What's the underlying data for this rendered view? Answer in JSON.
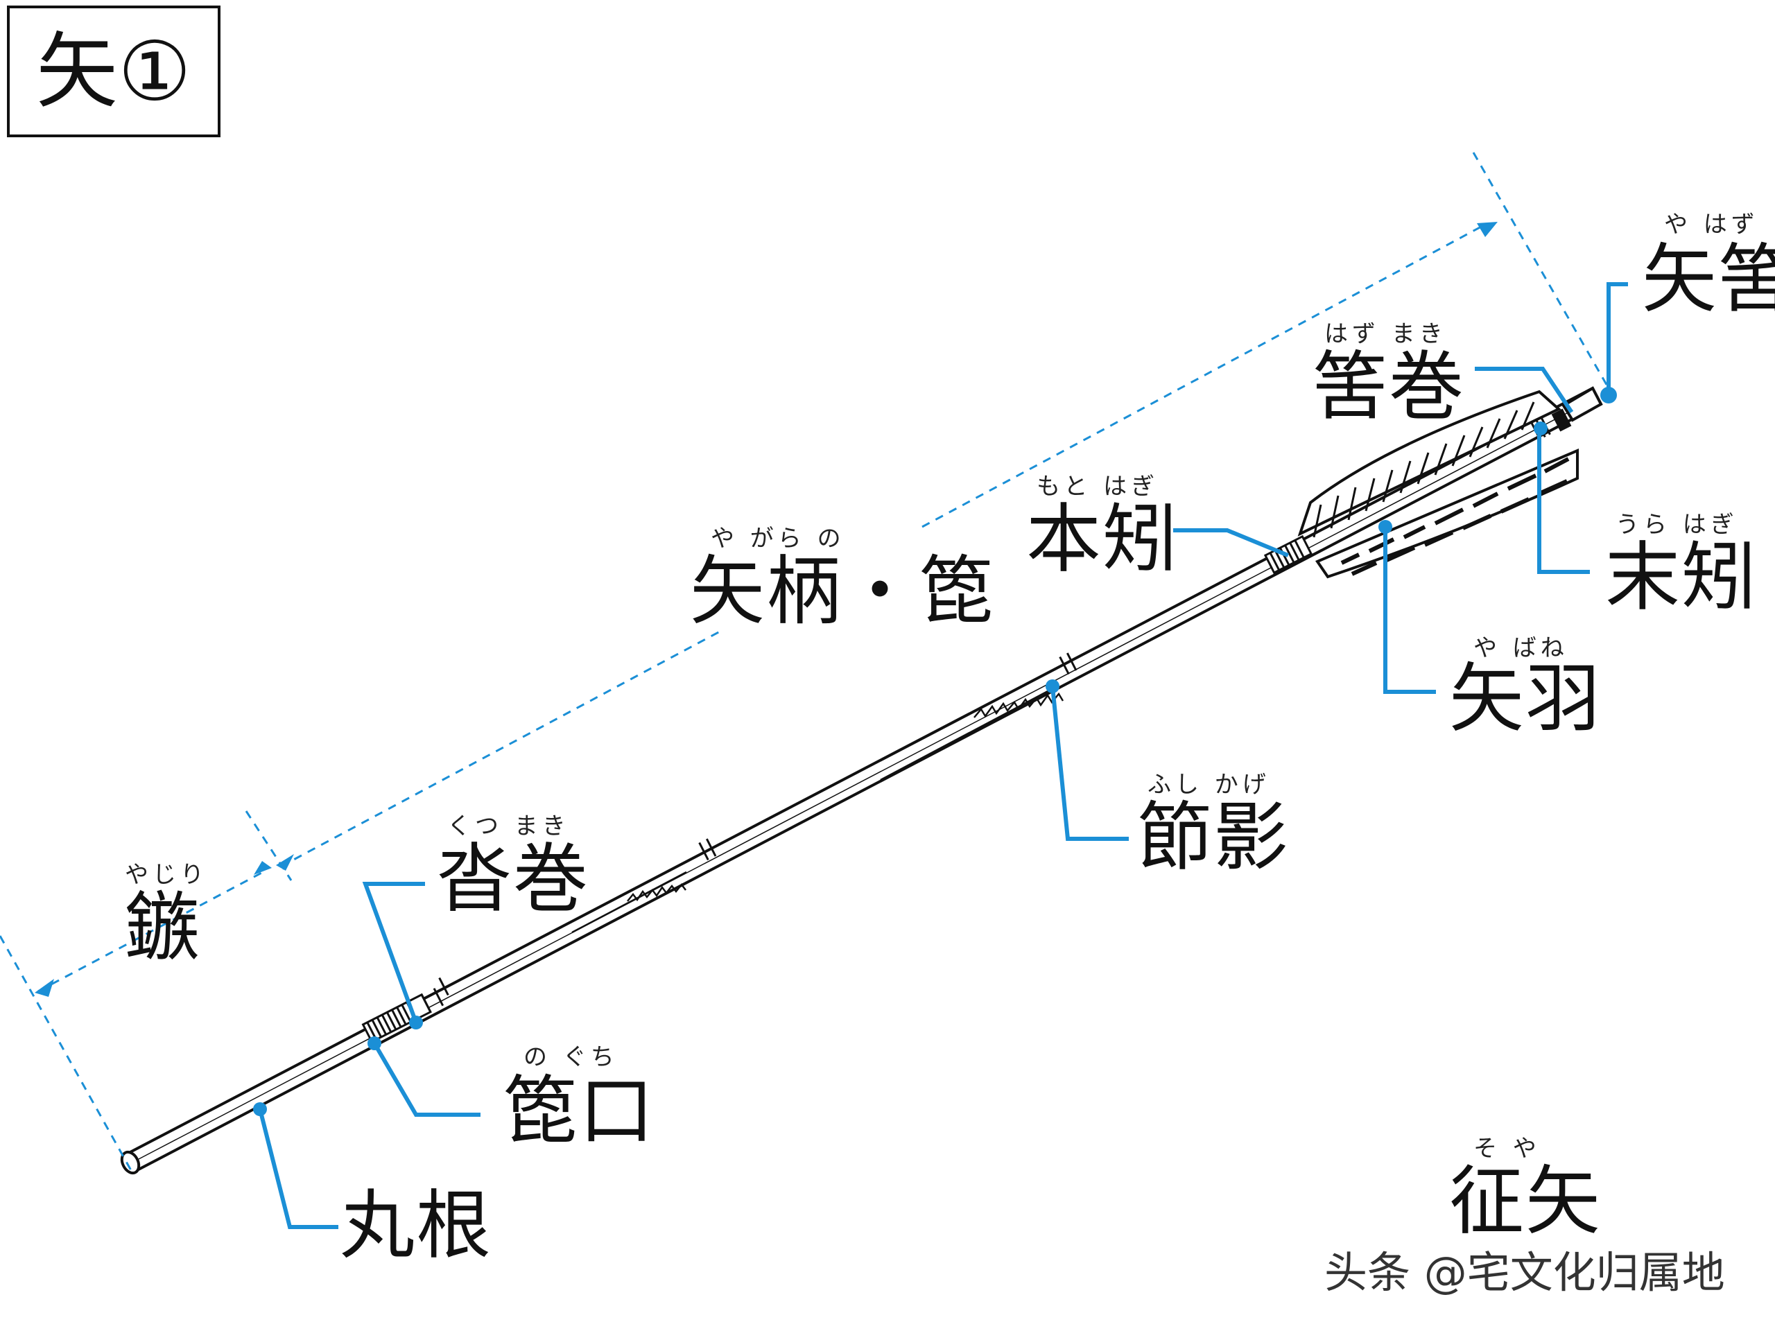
{
  "title": "矢①",
  "colors": {
    "leader": "#1b8fd6",
    "ink": "#111111"
  },
  "labels": [
    {
      "id": "yahazu",
      "text": "矢筈",
      "ruby": "や はず"
    },
    {
      "id": "hazumaki",
      "text": "筈巻",
      "ruby": "はず まき"
    },
    {
      "id": "motohagi",
      "text": "本矧",
      "ruby": "もと はぎ"
    },
    {
      "id": "urahagi",
      "text": "末矧",
      "ruby": "うら はぎ"
    },
    {
      "id": "yagara",
      "text": "矢柄・箆",
      "ruby": "や がら  の"
    },
    {
      "id": "yabane",
      "text": "矢羽",
      "ruby": "や ばね"
    },
    {
      "id": "fushikage",
      "text": "節影",
      "ruby": "ふし かげ"
    },
    {
      "id": "kutsumaki",
      "text": "沓巻",
      "ruby": "くつ まき"
    },
    {
      "id": "yajiri",
      "text": "鏃",
      "ruby": "やじり"
    },
    {
      "id": "noguchi",
      "text": "箆口",
      "ruby": "の ぐち"
    },
    {
      "id": "marune",
      "text": "丸根",
      "ruby": ""
    },
    {
      "id": "soya",
      "text": "征矢",
      "ruby": "そ や"
    }
  ],
  "watermark": "头条 @宅文化归属地"
}
